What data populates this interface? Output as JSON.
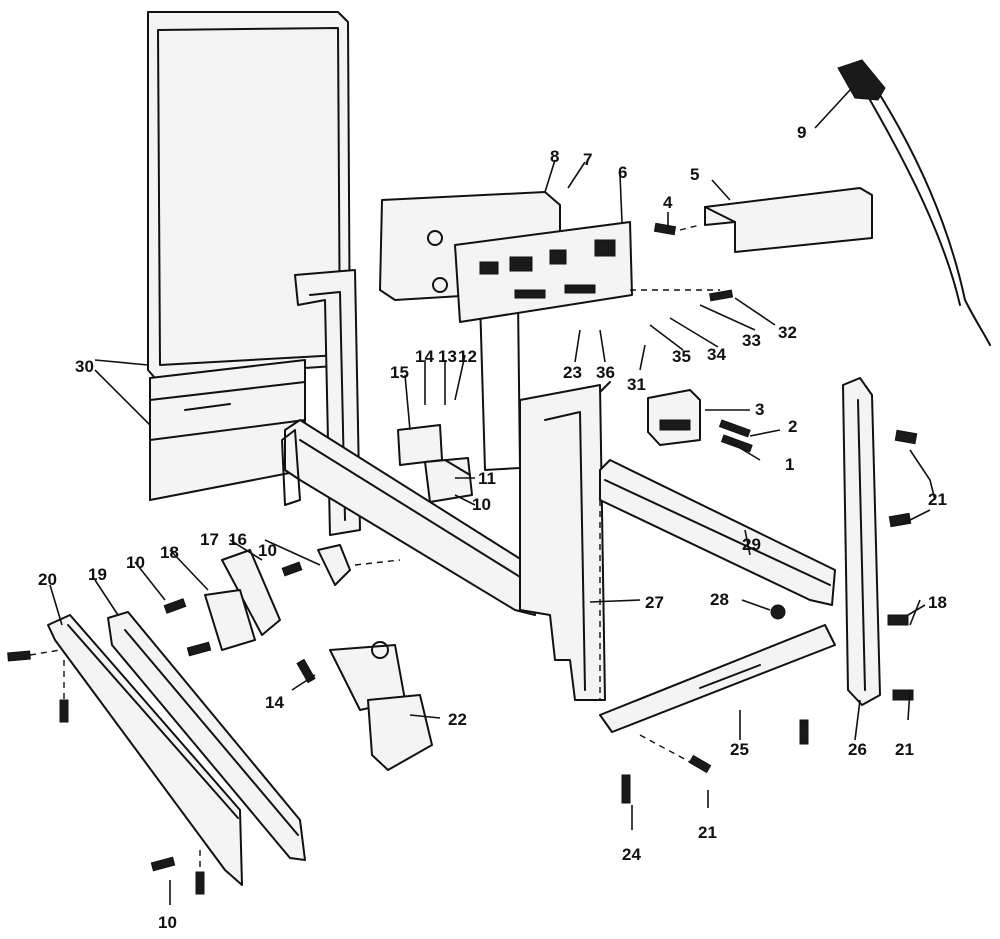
{
  "diagram": {
    "callouts": [
      {
        "id": "1",
        "label": "1"
      },
      {
        "id": "2",
        "label": "2"
      },
      {
        "id": "3",
        "label": "3"
      },
      {
        "id": "4",
        "label": "4"
      },
      {
        "id": "5",
        "label": "5"
      },
      {
        "id": "6",
        "label": "6"
      },
      {
        "id": "7",
        "label": "7"
      },
      {
        "id": "8",
        "label": "8"
      },
      {
        "id": "9",
        "label": "9"
      },
      {
        "id": "10a",
        "label": "10"
      },
      {
        "id": "10b",
        "label": "10"
      },
      {
        "id": "10c",
        "label": "10"
      },
      {
        "id": "10d",
        "label": "10"
      },
      {
        "id": "11",
        "label": "11"
      },
      {
        "id": "12",
        "label": "12"
      },
      {
        "id": "13",
        "label": "13"
      },
      {
        "id": "14a",
        "label": "14"
      },
      {
        "id": "14b",
        "label": "14"
      },
      {
        "id": "15",
        "label": "15"
      },
      {
        "id": "16",
        "label": "16"
      },
      {
        "id": "17",
        "label": "17"
      },
      {
        "id": "18a",
        "label": "18"
      },
      {
        "id": "18b",
        "label": "18"
      },
      {
        "id": "19",
        "label": "19"
      },
      {
        "id": "20",
        "label": "20"
      },
      {
        "id": "21a",
        "label": "21"
      },
      {
        "id": "21b",
        "label": "21"
      },
      {
        "id": "21c",
        "label": "21"
      },
      {
        "id": "22",
        "label": "22"
      },
      {
        "id": "23",
        "label": "23"
      },
      {
        "id": "24",
        "label": "24"
      },
      {
        "id": "25",
        "label": "25"
      },
      {
        "id": "26",
        "label": "26"
      },
      {
        "id": "27",
        "label": "27"
      },
      {
        "id": "28",
        "label": "28"
      },
      {
        "id": "29",
        "label": "29"
      },
      {
        "id": "30",
        "label": "30"
      },
      {
        "id": "31",
        "label": "31"
      },
      {
        "id": "32",
        "label": "32"
      },
      {
        "id": "33",
        "label": "33"
      },
      {
        "id": "34",
        "label": "34"
      },
      {
        "id": "35",
        "label": "35"
      },
      {
        "id": "36",
        "label": "36"
      }
    ]
  }
}
